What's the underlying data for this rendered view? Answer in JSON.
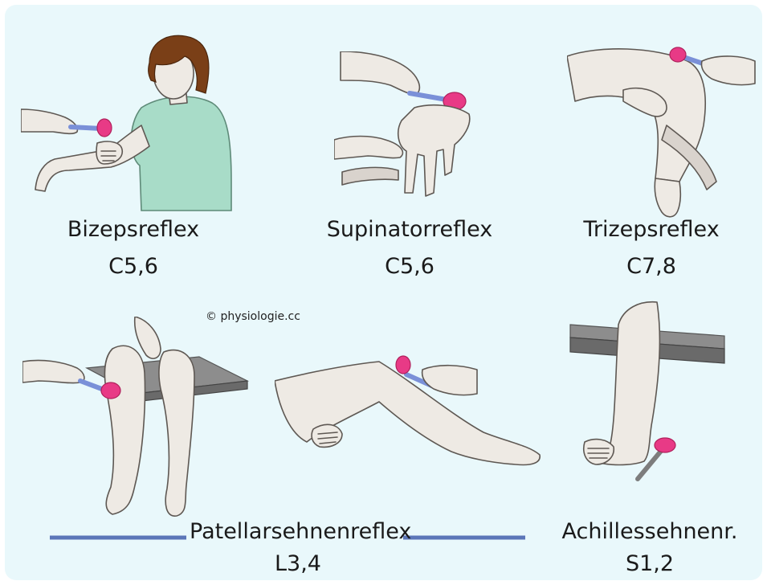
{
  "copyright": "© physiologie.cc",
  "reflexes": [
    {
      "name": "Bizepsreflex",
      "segments": "C5,6"
    },
    {
      "name": "Supinatorreflex",
      "segments": "C5,6"
    },
    {
      "name": "Trizepsreflex",
      "segments": "C7,8"
    },
    {
      "name": "Patellarsehnenreflex",
      "segments": "L3,4"
    },
    {
      "name": "Achillessehnenr.",
      "segments": "S1,2"
    }
  ],
  "colors": {
    "background": "#e9f8fb",
    "hammer_head": "#e83a86",
    "hammer_handle": "#7a90d8",
    "skin": "#d9d3cd",
    "shirt": "#a8dcc8",
    "hair": "#7a3f17",
    "divider_bar": "#5b76b8"
  }
}
